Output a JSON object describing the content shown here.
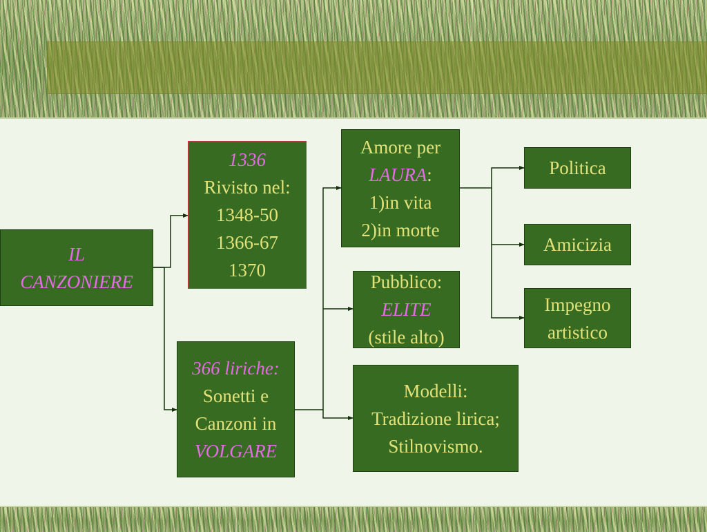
{
  "diagram": {
    "root": {
      "line1": "IL",
      "line2": "CANZONIERE"
    },
    "dates": {
      "year": "1336",
      "revised": "Rivisto nel:",
      "d1": "1348-50",
      "d2": "1366-67",
      "d3": "1370"
    },
    "poems": {
      "count": "366 liriche",
      "colon": ":",
      "line2": "Sonetti e",
      "line3": "Canzoni in",
      "lang": "VOLGARE"
    },
    "love": {
      "line1": "Amore per",
      "name": "LAURA",
      "colon": ":",
      "line3": "1)in vita",
      "line4": "2)in morte"
    },
    "public": {
      "line1": "Pubblico:",
      "elite": "ELITE",
      "line3": "(stile alto)"
    },
    "models": {
      "line1": "Modelli:",
      "line2": "Tradizione lirica;",
      "line3": "Stilnovismo."
    },
    "themes": {
      "politics": "Politica",
      "friendship": "Amicizia",
      "commit1": "Impegno",
      "commit2": "artistico"
    }
  },
  "colors": {
    "box": "#386b22",
    "text": "#e2e27a",
    "highlight": "#e36be3",
    "connector": "#13300b"
  }
}
